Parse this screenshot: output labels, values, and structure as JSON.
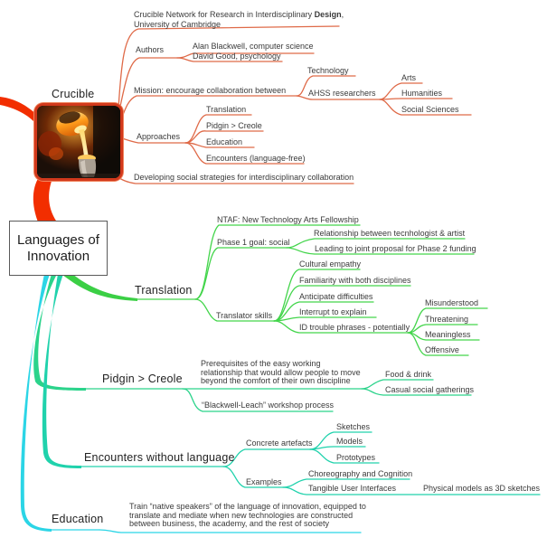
{
  "root": {
    "title": "Languages of\nInnovation"
  },
  "branches": {
    "crucible": {
      "label": "Crucible",
      "color": "#DF6A48",
      "image": "molten-metal-crucible-pour-photo",
      "network": {
        "prefix": "Crucible Network for Research in Interdisciplinary ",
        "bold": "Design",
        "suffix": ",\nUniversity of Cambridge"
      },
      "authors": {
        "label": "Authors",
        "children": [
          "Alan Blackwell, computer science",
          "David Good, psychology"
        ]
      },
      "mission": {
        "label": "Mission: encourage collaboration between",
        "technology": "Technology",
        "ahss": {
          "label": "AHSS researchers",
          "children": [
            "Arts",
            "Humanities",
            "Social Sciences"
          ]
        }
      },
      "approaches": {
        "label": "Approaches",
        "children": [
          "Translation",
          "Pidgin > Creole",
          "Education",
          "Encounters (language-free)"
        ]
      },
      "strategies": "Developing social strategies for interdisciplinary collaboration"
    },
    "translation": {
      "label": "Translation",
      "color": "#43D54B",
      "ntaf": "NTAF: New Technology Arts Fellowship",
      "phase1": {
        "label": "Phase 1 goal: social",
        "children": [
          "Relationship between tecnhologist & artist",
          "Leading to joint proposal for Phase 2 funding"
        ]
      },
      "skills": {
        "label": "Translator skills",
        "children": [
          "Cultural empathy",
          "Familiarity with both disciplines",
          "Anticipate difficulties",
          "Interrupt to explain"
        ],
        "trouble": {
          "label": "ID trouble phrases - potentially",
          "children": [
            "Misunderstood",
            "Threatening",
            "Meaningless",
            "Offensive"
          ]
        }
      }
    },
    "pidgin": {
      "label": "Pidgin > Creole",
      "color": "#2BD38B",
      "prerequisites": {
        "label": "Prerequisites of the easy working\nrelationship that would allow people to move\nbeyond the comfort of their own discipline",
        "children": [
          "Food & drink",
          "Casual social gatherings"
        ]
      },
      "workshop": "“Blackwell-Leach” workshop process"
    },
    "encounters": {
      "label": "Encounters without language",
      "color": "#20D2AC",
      "artefacts": {
        "label": "Concrete artefacts",
        "children": [
          "Sketches",
          "Models",
          "Prototypes"
        ]
      },
      "examples": {
        "label": "Examples",
        "children": [
          "Choreography and Cognition",
          "Tangible User Interfaces"
        ],
        "note": "Physical models as 3D sketches"
      }
    },
    "education": {
      "label": "Education",
      "color": "#2BD5E6",
      "train": "Train “native speakers” of the language of innovation, equipped to\ntranslate and mediate when new technologies are constructed\nbetween business, the academy, and the rest of society"
    }
  }
}
